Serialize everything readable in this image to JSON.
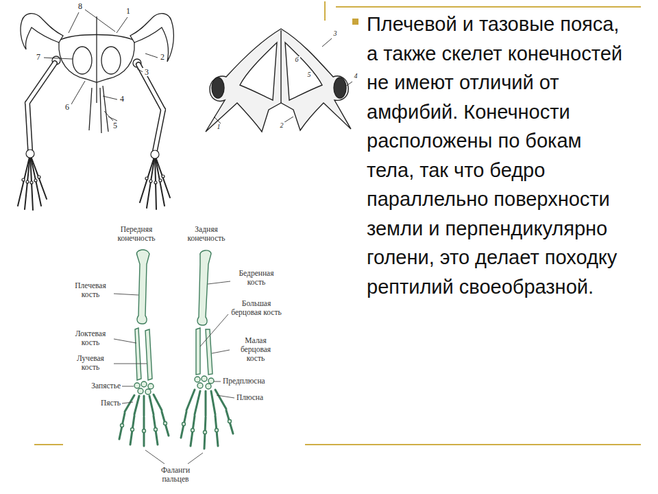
{
  "diagram": {
    "labels": [
      "Плечевой и тазовые пояса, а также скелет конечностей не имеют отличий от амфибий. Конечности расположены по бокам тела, так что бедро параллельно поверхности земли и перпендикулярно голени, это делает походку рептилий своеобразной.",
      "8",
      "1",
      "7",
      "2",
      "3",
      "6",
      "4",
      "5",
      "3",
      "6",
      "5",
      "4",
      "1",
      "2",
      "Передняя конечность",
      "Задняя конечность",
      "Плечевая кость",
      "Бедренная кость",
      "Большая берцовая кость",
      "Локтевая кость",
      "Малая берцовая кость",
      "Лучевая кость",
      "Запястье",
      "Предплюсна",
      "Пясть",
      "Плюсна",
      "Фаланги пальцев"
    ]
  }
}
